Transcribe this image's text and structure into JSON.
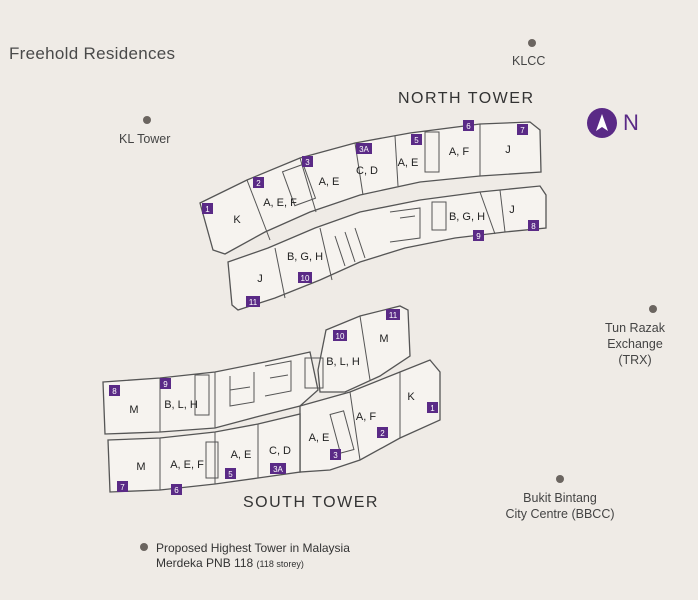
{
  "title": "Freehold Residences",
  "towers": {
    "north": "NORTH TOWER",
    "south": "SOUTH TOWER"
  },
  "compass": {
    "letter": "N"
  },
  "landmarks": {
    "klcc": "KLCC",
    "kl_tower": "KL Tower",
    "trx": [
      "Tun Razak",
      "Exchange (TRX)"
    ],
    "bbcc": [
      "Bukit Bintang",
      "City Centre (BBCC)"
    ],
    "pnb_line1": "Proposed Highest Tower in Malaysia",
    "pnb_line2": "Merdeka PNB 118",
    "pnb_note": "(118 storey)"
  },
  "north_units": {
    "k": "K",
    "aef": "A, E, F",
    "ae1": "A, E",
    "cd": "C, D",
    "ae2": "A, E",
    "af": "A, F",
    "j1": "J",
    "j2": "J",
    "bgh1": "B, G, H",
    "bgh2": "B, G, H",
    "j3": "J"
  },
  "north_numbers": {
    "n1": "1",
    "n2": "2",
    "n3": "3",
    "n3a": "3A",
    "n5": "5",
    "n6": "6",
    "n7": "7",
    "n8": "8",
    "n9": "9",
    "n10": "10",
    "n11": "11"
  },
  "south_units": {
    "m1": "M",
    "blh1": "B, L, H",
    "blh2": "B, L, H",
    "m2": "M",
    "k": "K",
    "m3": "M",
    "aef": "A, E, F",
    "ae1": "A, E",
    "cd": "C, D",
    "ae2": "A, E",
    "af": "A, F"
  },
  "south_numbers": {
    "n1": "1",
    "n2": "2",
    "n3": "3",
    "n3a": "3A",
    "n5": "5",
    "n6": "6",
    "n7": "7",
    "n8": "8",
    "n9": "9",
    "n10": "10",
    "n11": "11"
  },
  "colors": {
    "accent": "#5a2a86",
    "background": "#efebe6",
    "outline": "#555555"
  }
}
